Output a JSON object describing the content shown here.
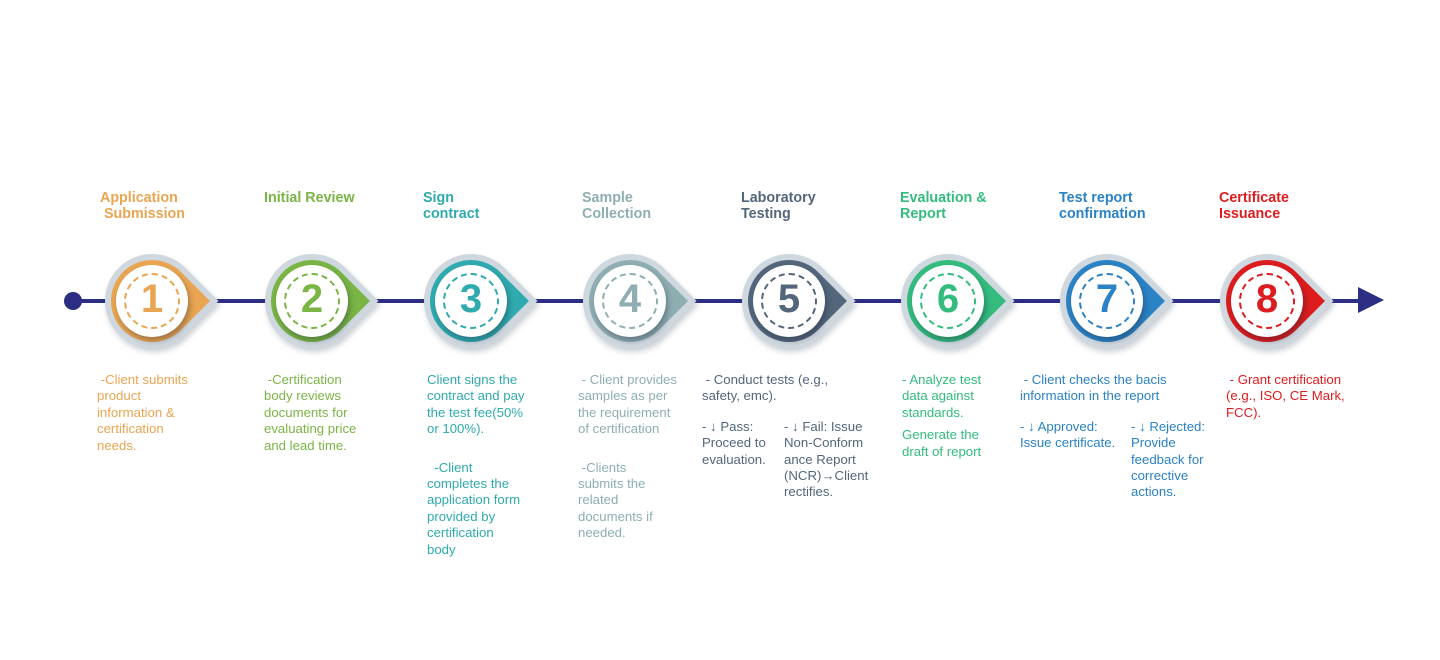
{
  "diagram": {
    "type": "process-timeline",
    "direction": "left-to-right",
    "line_color": "#2B2E83",
    "outline_color": "#CFD7DF",
    "background": "#FFFFFF"
  },
  "steps": [
    {
      "number": "1",
      "title": "Application\n Submission",
      "color": "#E9A551",
      "p1": " -Client submits\nproduct\ninformation &\ncertification\nneeds."
    },
    {
      "number": "2",
      "title": "Initial Review",
      "color": "#7AB545",
      "p1": " -Certification\nbody reviews\ndocuments for\nevaluating price\nand lead time."
    },
    {
      "number": "3",
      "title": "Sign\ncontract",
      "color": "#2FAAAE",
      "p1": "Client signs the\ncontract and pay\nthe test fee(50%\nor 100%).",
      "p2": "  -Client\ncompletes the\napplication form\nprovided by\ncertification\nbody"
    },
    {
      "number": "4",
      "title": "Sample\nCollection",
      "color": "#8FAEB2",
      "p1": " - Client provides\nsamples as per\nthe requirement\nof certification",
      "p2": " -Clients\nsubmits the\nrelated\ndocuments if\nneeded."
    },
    {
      "number": "5",
      "title": "Laboratory\nTesting",
      "color": "#53667B",
      "p1": " - Conduct tests (e.g.,\nsafety, emc).",
      "col_left": "- ↓ Pass:\nProceed to\nevaluation.",
      "col_right": "- ↓ Fail: Issue\nNon-Conform\nance Report\n(NCR)→Client\nrectifies."
    },
    {
      "number": "6",
      "title": "Evaluation &\nReport",
      "color": "#33BC7E",
      "p1": "- Analyze test\ndata against\nstandards.",
      "p2": "Generate the\ndraft of report"
    },
    {
      "number": "7",
      "title": "Test report\nconfirmation",
      "color": "#2B82C5",
      "p1": " - Client checks the bacis\ninformation in the report",
      "col_left": "- ↓ Approved:\nIssue certificate.",
      "col_right": "- ↓ Rejected:\nProvide\nfeedback for\ncorrective\nactions."
    },
    {
      "number": "8",
      "title": "Certificate\nIssuance",
      "color": "#DC1C1E",
      "p1": " - Grant certification\n(e.g., ISO, CE Mark,\nFCC)."
    }
  ]
}
